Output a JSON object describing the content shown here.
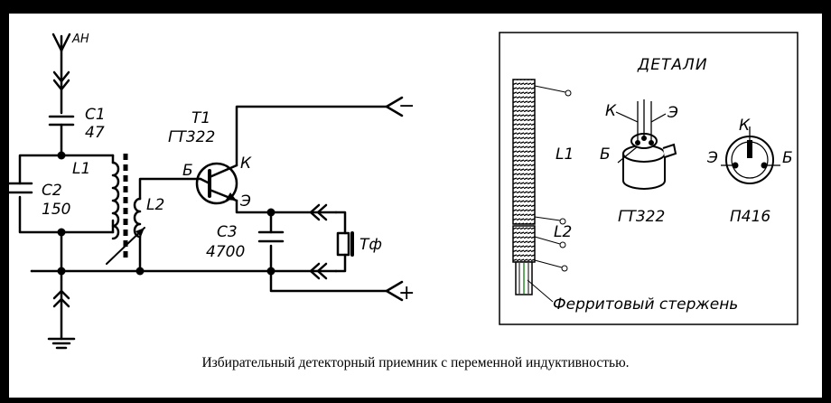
{
  "schematic": {
    "antenna": "АН",
    "c1": {
      "name": "C1",
      "value": "47"
    },
    "c2": {
      "name": "C2",
      "value": "150"
    },
    "l1": "L1",
    "l2": "L2",
    "t1": {
      "name": "T1",
      "type": "ГТ322"
    },
    "pin_b": "Б",
    "pin_k": "К",
    "pin_e": "Э",
    "c3": {
      "name": "C3",
      "value": "4700"
    },
    "headphones": "Тф",
    "minus": "−",
    "plus": "+"
  },
  "details": {
    "title": "ДЕТАЛИ",
    "l1": "L1",
    "l2": "L2",
    "rod": "Ферритовый стержень",
    "gt322": {
      "name": "ГТ322",
      "pin_k": "К",
      "pin_e": "Э",
      "pin_b": "Б"
    },
    "p416": {
      "name": "П416",
      "pin_k": "К",
      "pin_e": "Э",
      "pin_b": "Б"
    }
  },
  "caption": "Избирательный детекторный приемник с переменной индуктивностью."
}
